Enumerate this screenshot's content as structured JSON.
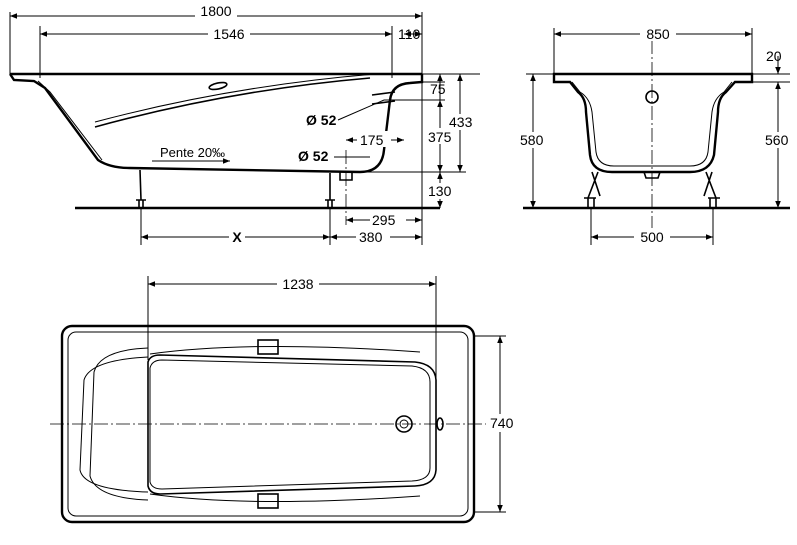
{
  "side_view": {
    "overall_length": "1800",
    "inner_length": "1546",
    "rim_end": "110",
    "rim_height": "75",
    "overflow_height": "375",
    "bath_height": "433",
    "overflow_diameter": "Ø 52",
    "overflow_offset": "175",
    "drain_diameter": "Ø 52",
    "drain_height": "130",
    "drain_offset": "295",
    "leg_offset": "380",
    "leg_spacing": "X",
    "slope_label": "Pente 20‰"
  },
  "end_view": {
    "width": "850",
    "rim_thickness": "20",
    "total_height": "580",
    "bath_depth": "560",
    "leg_spacing": "500"
  },
  "plan_view": {
    "inner_length": "1238",
    "width": "740"
  }
}
